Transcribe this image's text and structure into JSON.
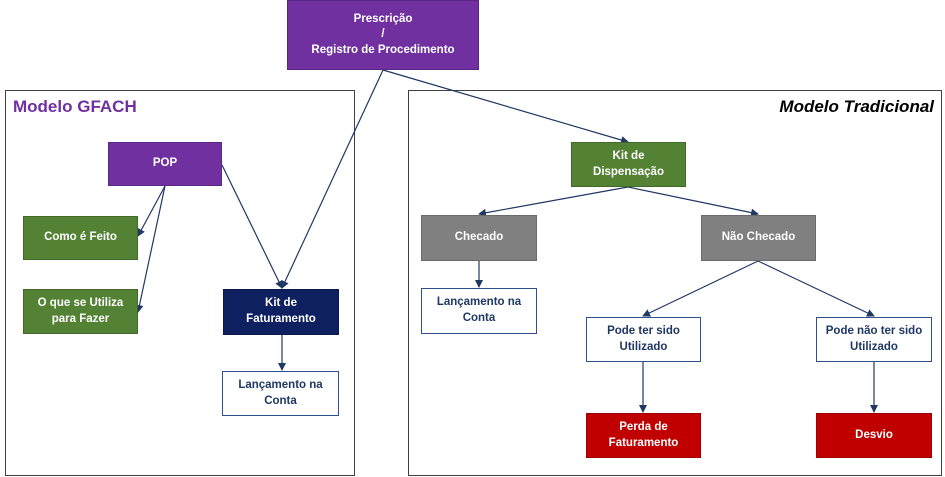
{
  "colors": {
    "purple": "#7030a0",
    "green": "#548235",
    "navy": "#0e2060",
    "gray": "#808080",
    "red": "#c00000",
    "line": "#1f3864"
  },
  "top": {
    "prescricao": "Prescrição\n/\nRegistro de Procedimento"
  },
  "gfach": {
    "title": "Modelo GFACH",
    "pop": "POP",
    "como_e_feito": "Como é Feito",
    "o_que_utiliza": "O que se Utiliza\npara Fazer",
    "kit_faturamento": "Kit de\nFaturamento",
    "lancamento": "Lançamento na\nConta"
  },
  "tradicional": {
    "title": "Modelo Tradicional",
    "kit_dispensacao": "Kit de\nDispensação",
    "checado": "Checado",
    "nao_checado": "Não Checado",
    "lancamento": "Lançamento na\nConta",
    "pode_ter_sido": "Pode ter sido\nUtilizado",
    "pode_nao_ter_sido": "Pode não ter sido\nUtilizado",
    "perda_faturamento": "Perda de\nFaturamento",
    "desvio": "Desvio"
  }
}
